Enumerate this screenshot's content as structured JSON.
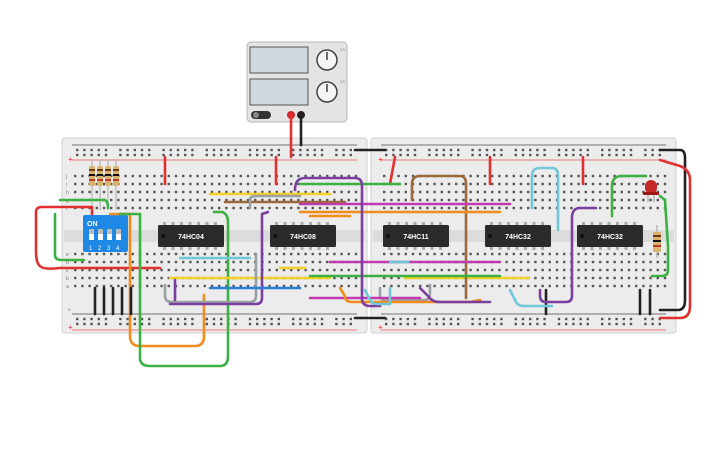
{
  "power_supply": {
    "knob_labels": [
      "CV",
      "CC"
    ]
  },
  "dip_switch": {
    "label": "ON",
    "positions": [
      "1",
      "2",
      "3",
      "4"
    ]
  },
  "chips": [
    {
      "id": "u1",
      "label": "74HC04"
    },
    {
      "id": "u2",
      "label": "74HC08"
    },
    {
      "id": "u3",
      "label": "74HC11"
    },
    {
      "id": "u4",
      "label": "74HC32"
    },
    {
      "id": "u5",
      "label": "74HC32"
    }
  ],
  "breadboard": {
    "row_letters": [
      "j",
      "i",
      "h",
      "g",
      "f",
      "e",
      "d",
      "c",
      "b",
      "a"
    ],
    "rail_signs": {
      "plus": "+",
      "minus": "-"
    }
  },
  "colors": {
    "red": "#e03030",
    "black": "#222222",
    "green": "#3cb043",
    "orange": "#f08c1e",
    "purple": "#7a3fa0",
    "yellow": "#f2d024",
    "magenta": "#c23ab0",
    "cyan": "#6fc7d8",
    "brown": "#9a6a3c",
    "gray": "#9aa0a6",
    "blue": "#2c7fd6",
    "board": "#e9e9e9",
    "chip": "#2b2b2b",
    "dip": "#1e88e5",
    "led": "#c62828"
  }
}
